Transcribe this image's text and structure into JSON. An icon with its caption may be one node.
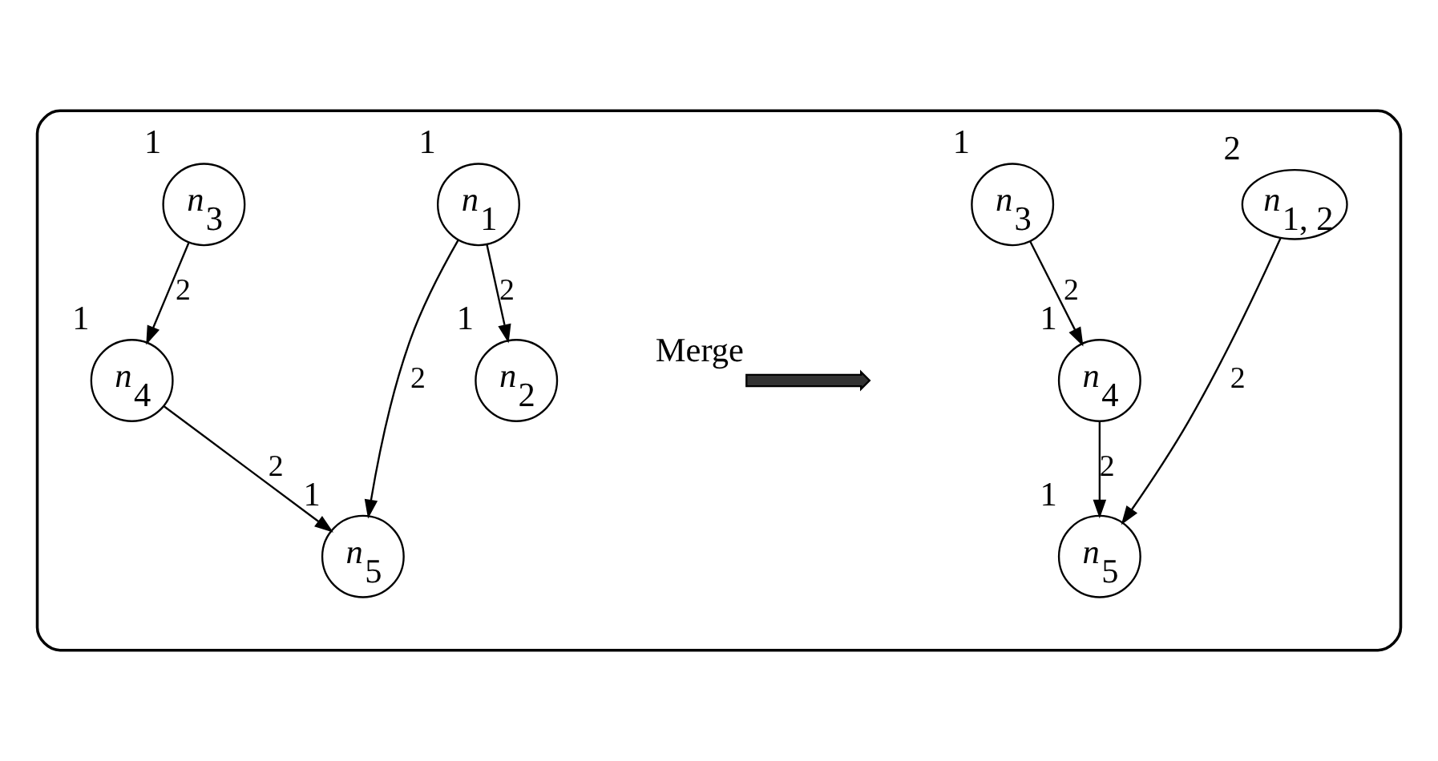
{
  "diagram": {
    "nodes": [
      {
        "text": [],
        "shape": "box"
      },
      {
        "text": [
          "n$_{3}$"
        ],
        "beside": [
          "1"
        ],
        "in": 0
      },
      {
        "text": [
          "n$_{1}$"
        ],
        "beside": [
          "1"
        ],
        "in": 0
      },
      {
        "text": [
          "n$_{4}$"
        ],
        "beside": [
          "1"
        ],
        "in": 0
      },
      {
        "text": [
          "n$_{2}$"
        ],
        "beside": [
          "1"
        ],
        "in": 0
      },
      {
        "text": [
          "n$_{5}$"
        ],
        "beside": [
          "1"
        ],
        "in": 0
      },
      {
        "text": [
          "n$_{3}$"
        ],
        "beside": [
          "1"
        ],
        "in": 0
      },
      {
        "text": [
          "n$_{1, 2}$"
        ],
        "beside": [
          "2"
        ],
        "in": 0
      },
      {
        "text": [
          "n$_{4}$"
        ],
        "beside": [
          "1"
        ],
        "in": 0
      },
      {
        "text": [
          "n$_{5}$"
        ],
        "beside": [
          "1"
        ],
        "in": 0
      }
    ],
    "edges": [
      {
        "from": 1,
        "to": 3,
        "arrow": "to",
        "label": "2"
      },
      {
        "from": 2,
        "to": 5,
        "arrow": "to",
        "label": "2"
      },
      {
        "from": 2,
        "to": 4,
        "arrow": "to",
        "label": "2"
      },
      {
        "from": 3,
        "to": 5,
        "arrow": "to",
        "label": "2"
      },
      {
        "from": 6,
        "to": 8,
        "arrow": "to",
        "label": "2"
      },
      {
        "from": 7,
        "to": 9,
        "arrow": "to",
        "label": "2"
      },
      {
        "from": 8,
        "to": 9,
        "arrow": "to",
        "label": "2"
      }
    ],
    "labels": [
      "Merge"
    ]
  }
}
